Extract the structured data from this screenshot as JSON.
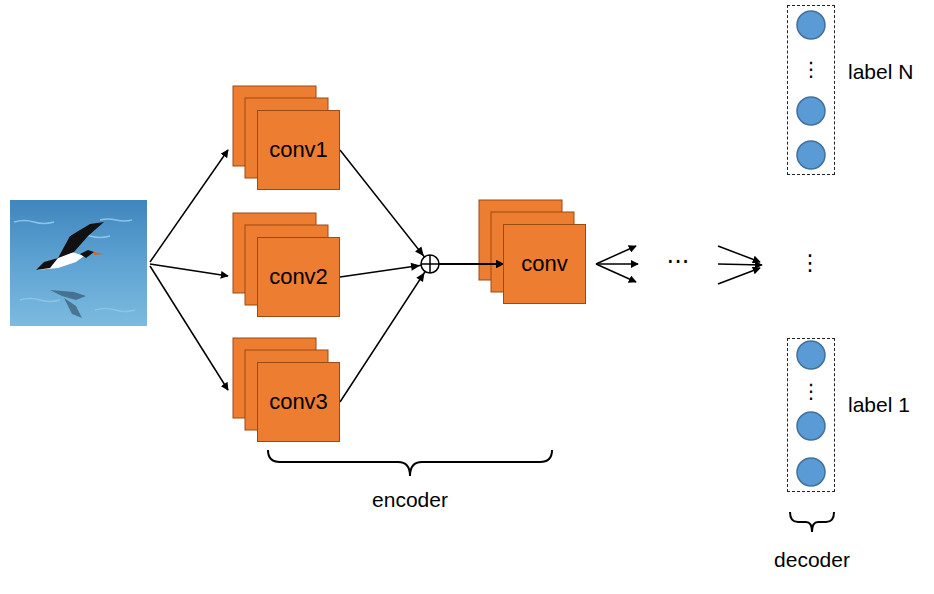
{
  "diagram": {
    "nodes": [
      {
        "text": [
          "conv1"
        ]
      },
      {
        "text": [
          "conv2"
        ]
      },
      {
        "text": [
          "conv3"
        ]
      },
      {
        "text": [
          "conv"
        ]
      },
      {
        "text": [
          "⋮",
          "label N"
        ]
      },
      {
        "text": [
          "⋮",
          "label 1"
        ]
      }
    ],
    "edges": [
      {
        "from": 0,
        "to": 3,
        "arrow": "to"
      },
      {
        "from": 1,
        "to": 3,
        "arrow": "to"
      },
      {
        "from": 2,
        "to": 3,
        "arrow": "to"
      }
    ],
    "labels": [
      "···",
      "⋮",
      "encoder",
      "decoder"
    ]
  }
}
